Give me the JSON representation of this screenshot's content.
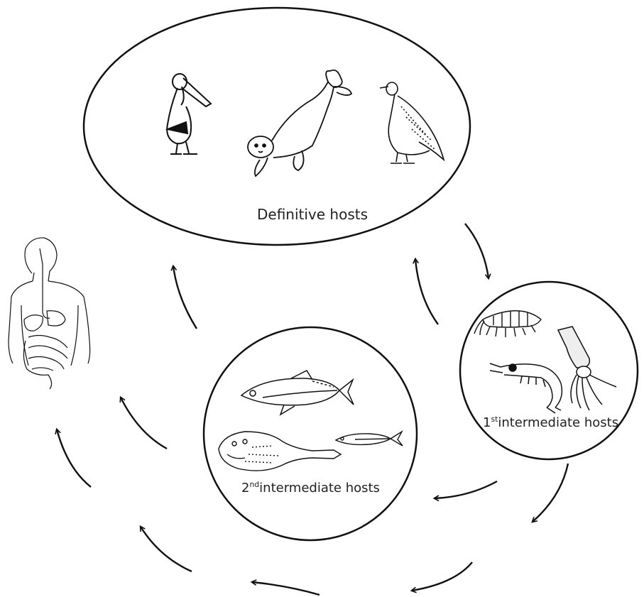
{
  "labels": {
    "definitive": "Definitive hosts",
    "first_ordinal": "1",
    "first_suffix": "st",
    "first_rest": "intermediate  hosts",
    "second_ordinal": "2",
    "second_suffix": "nd",
    "second_rest": "intermediate  hosts"
  },
  "hosts": {
    "definitive": [
      "pelican-icon",
      "seal-icon",
      "cormorant-icon"
    ],
    "first_intermediate": [
      "amphipod-icon",
      "shrimp-icon",
      "squid-icon"
    ],
    "second_intermediate": [
      "mackerel-icon",
      "anglerfish-icon",
      "anchovy-icon"
    ],
    "accidental": [
      "human-digestive-system-icon"
    ]
  },
  "colors": {
    "stroke": "#111111",
    "text": "#222222",
    "background": "#ffffff"
  }
}
